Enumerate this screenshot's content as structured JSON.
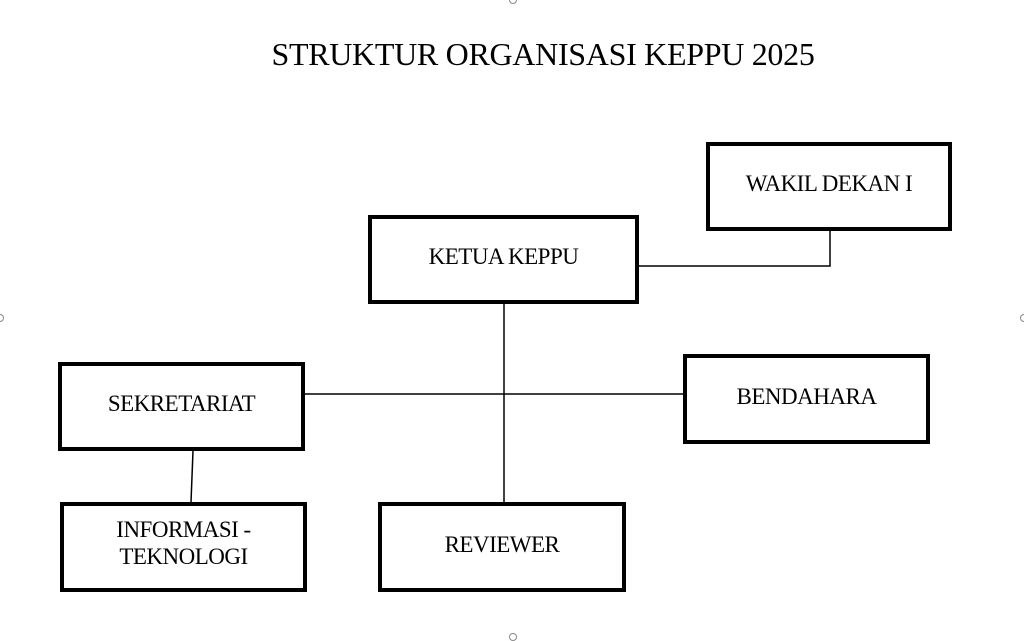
{
  "title": "STRUKTUR ORGANISASI KEPPU 2025",
  "nodes": {
    "wakil_dekan": "WAKIL DEKAN I",
    "ketua": "KETUA KEPPU",
    "sekretariat": "SEKRETARIAT",
    "bendahara": "BENDAHARA",
    "informasi_line1": "INFORMASI -",
    "informasi_line2": "TEKNOLOGI",
    "reviewer": "REVIEWER"
  }
}
